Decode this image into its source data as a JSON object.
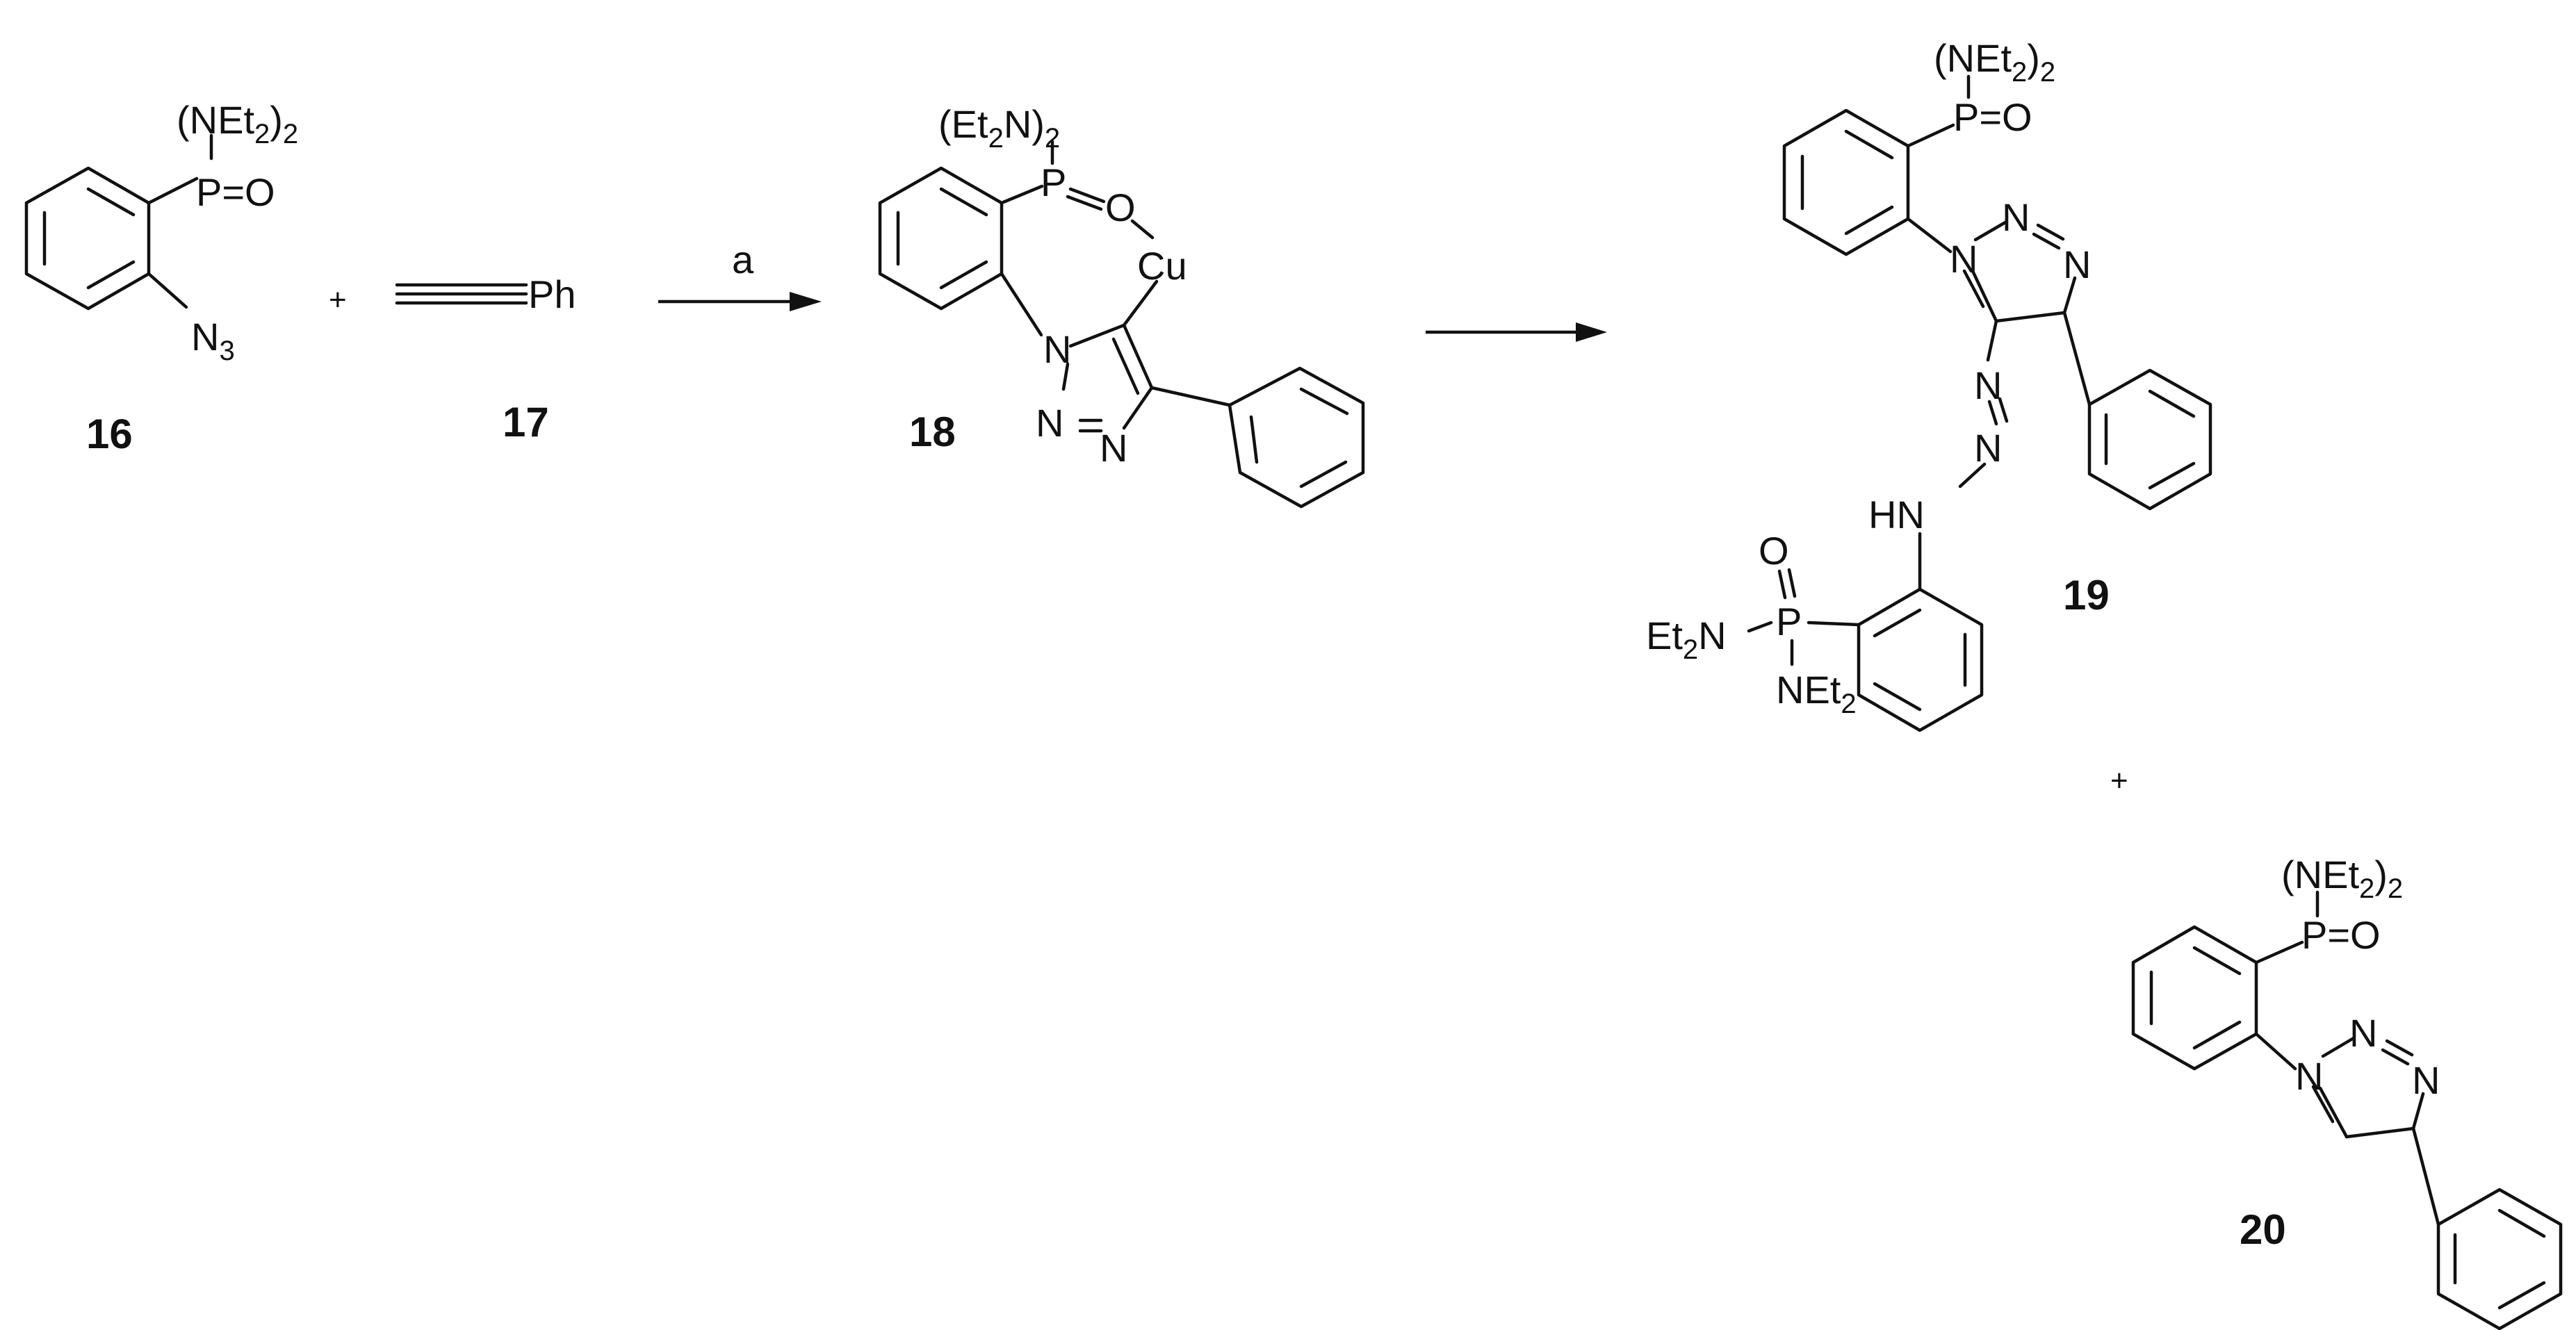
{
  "atoms": {
    "netet2_paren_open": "(NEt",
    "netet2_paren_close": ")",
    "et2n_paren_open": "(Et",
    "et2n_paren_close": "N)",
    "sub2": "2",
    "sub3": "3",
    "p_double_o": "P=O",
    "p": "P",
    "o": "O",
    "n": "N",
    "n_azide": "N",
    "cu": "Cu",
    "ph": "Ph",
    "hn": "HN",
    "et": "Et",
    "net": "NEt"
  },
  "compounds": {
    "c16": "16",
    "c17": "17",
    "c18": "18",
    "c19": "19",
    "c20": "20"
  },
  "operators": {
    "plus": "+"
  },
  "reaction": {
    "condition_label": "a"
  }
}
